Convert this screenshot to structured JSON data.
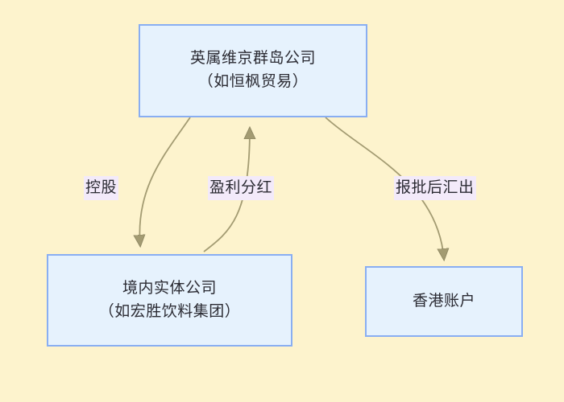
{
  "diagram": {
    "background_color": "#fdf3cd",
    "node_fill": "#e6f2fd",
    "node_border": "#89aef2",
    "edge_color": "#a39b72",
    "label_background": "#f3eafa",
    "text_color": "#2b2b33",
    "nodes": [
      {
        "id": "bvi",
        "line1": "英属维京群岛公司",
        "line2": "（如恒枫贸易）"
      },
      {
        "id": "domestic",
        "line1": "境内实体公司",
        "line2": "（如宏胜饮料集团）"
      },
      {
        "id": "hk",
        "line1": "香港账户",
        "line2": ""
      }
    ],
    "edges": [
      {
        "id": "holding",
        "label": "控股",
        "from": "bvi",
        "to": "domestic"
      },
      {
        "id": "dividend",
        "label": "盈利分红",
        "from": "domestic",
        "to": "bvi"
      },
      {
        "id": "remit",
        "label": "报批后汇出",
        "from": "bvi",
        "to": "hk"
      }
    ]
  }
}
